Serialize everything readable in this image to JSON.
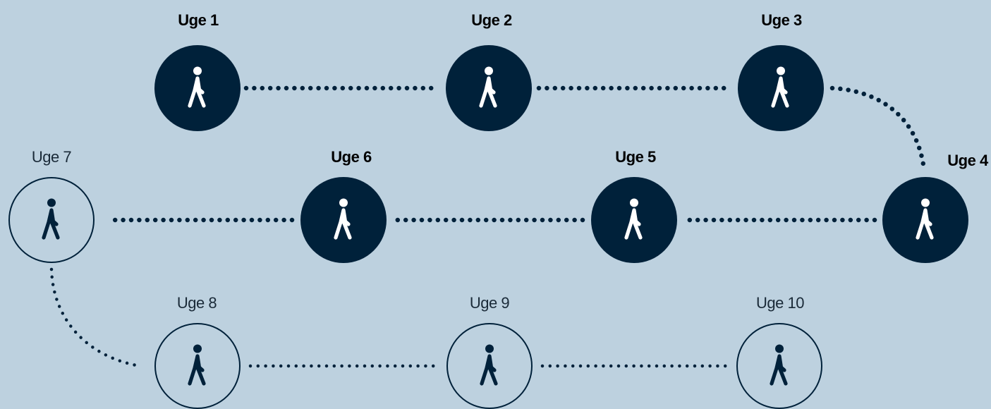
{
  "diagram": {
    "colors": {
      "completed_fill": "#00213a",
      "pending_outline": "#00213a",
      "walker_on_completed": "#ffffff",
      "walker_on_pending": "#00213a",
      "background": "#bdd1df"
    },
    "icon": "walking-person-icon",
    "weeks": [
      {
        "label": "Uge 1",
        "status": "completed"
      },
      {
        "label": "Uge 2",
        "status": "completed"
      },
      {
        "label": "Uge 3",
        "status": "completed"
      },
      {
        "label": "Uge 4",
        "status": "completed"
      },
      {
        "label": "Uge 5",
        "status": "completed"
      },
      {
        "label": "Uge 6",
        "status": "completed"
      },
      {
        "label": "Uge 7",
        "status": "pending"
      },
      {
        "label": "Uge 8",
        "status": "pending"
      },
      {
        "label": "Uge 9",
        "status": "pending"
      },
      {
        "label": "Uge 10",
        "status": "pending"
      }
    ]
  }
}
